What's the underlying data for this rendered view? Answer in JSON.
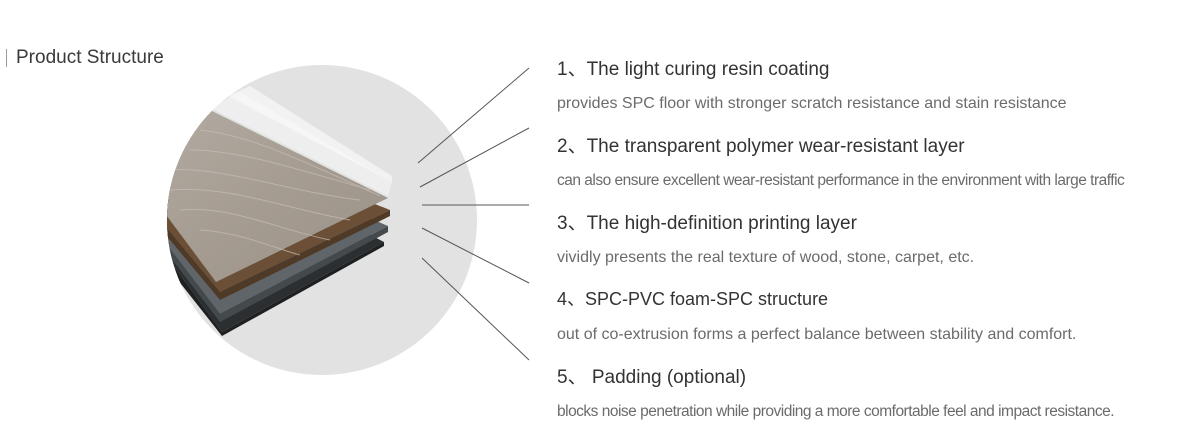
{
  "section": {
    "title": "Product Structure"
  },
  "image": {
    "name": "SPC floor layered cross-section"
  },
  "layers": [
    {
      "heading": "1、The light curing resin coating",
      "description": "provides SPC floor with stronger scratch resistance and stain resistance"
    },
    {
      "heading": "2、The transparent polymer wear-resistant layer",
      "description": "can also ensure excellent wear-resistant performance in the environment with large traffic"
    },
    {
      "heading": "3、The high-definition printing layer",
      "description": "vividly presents the real texture of wood, stone, carpet, etc."
    },
    {
      "heading": "4、SPC-PVC foam-SPC structure",
      "description": " out of co-extrusion forms a perfect balance between stability and comfort."
    },
    {
      "heading": "5、 Padding (optional)",
      "description": "blocks noise penetration while providing a more comfortable feel and impact resistance."
    }
  ]
}
